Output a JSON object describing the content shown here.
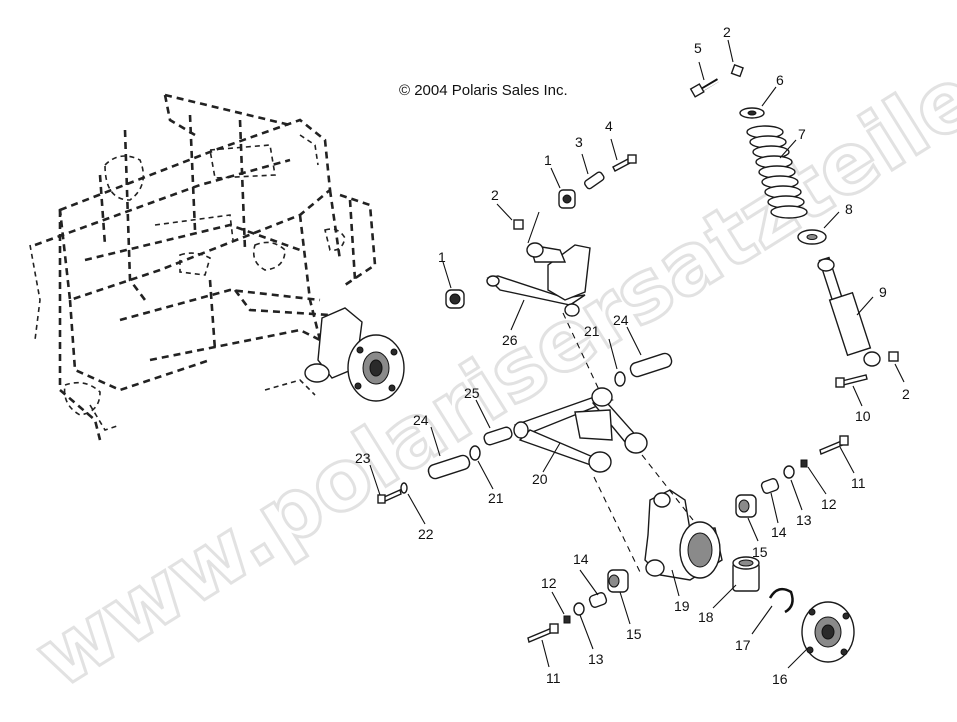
{
  "copyright": "© 2004 Polaris Sales Inc.",
  "watermark": "www.polarisersatzteile.de",
  "callouts": [
    {
      "id": "c5a",
      "label": "5"
    },
    {
      "id": "c2a",
      "label": "2"
    },
    {
      "id": "c6",
      "label": "6"
    },
    {
      "id": "c7",
      "label": "7"
    },
    {
      "id": "c8",
      "label": "8"
    },
    {
      "id": "c9",
      "label": "9"
    },
    {
      "id": "c2b",
      "label": "2"
    },
    {
      "id": "c10",
      "label": "10"
    },
    {
      "id": "c4",
      "label": "4"
    },
    {
      "id": "c3",
      "label": "3"
    },
    {
      "id": "c1a",
      "label": "1"
    },
    {
      "id": "c2c",
      "label": "2"
    },
    {
      "id": "c1b",
      "label": "1"
    },
    {
      "id": "c26",
      "label": "26"
    },
    {
      "id": "c21a",
      "label": "21"
    },
    {
      "id": "c24a",
      "label": "24"
    },
    {
      "id": "c25",
      "label": "25"
    },
    {
      "id": "c24b",
      "label": "24"
    },
    {
      "id": "c20",
      "label": "20"
    },
    {
      "id": "c21b",
      "label": "21"
    },
    {
      "id": "c23",
      "label": "23"
    },
    {
      "id": "c22",
      "label": "22"
    },
    {
      "id": "c11a",
      "label": "11"
    },
    {
      "id": "c12a",
      "label": "12"
    },
    {
      "id": "c13a",
      "label": "13"
    },
    {
      "id": "c14a",
      "label": "14"
    },
    {
      "id": "c15a",
      "label": "15"
    },
    {
      "id": "c14b",
      "label": "14"
    },
    {
      "id": "c12b",
      "label": "12"
    },
    {
      "id": "c15b",
      "label": "15"
    },
    {
      "id": "c19",
      "label": "19"
    },
    {
      "id": "c18",
      "label": "18"
    },
    {
      "id": "c17",
      "label": "17"
    },
    {
      "id": "c13b",
      "label": "13"
    },
    {
      "id": "c11b",
      "label": "11"
    },
    {
      "id": "c16",
      "label": "16"
    }
  ]
}
